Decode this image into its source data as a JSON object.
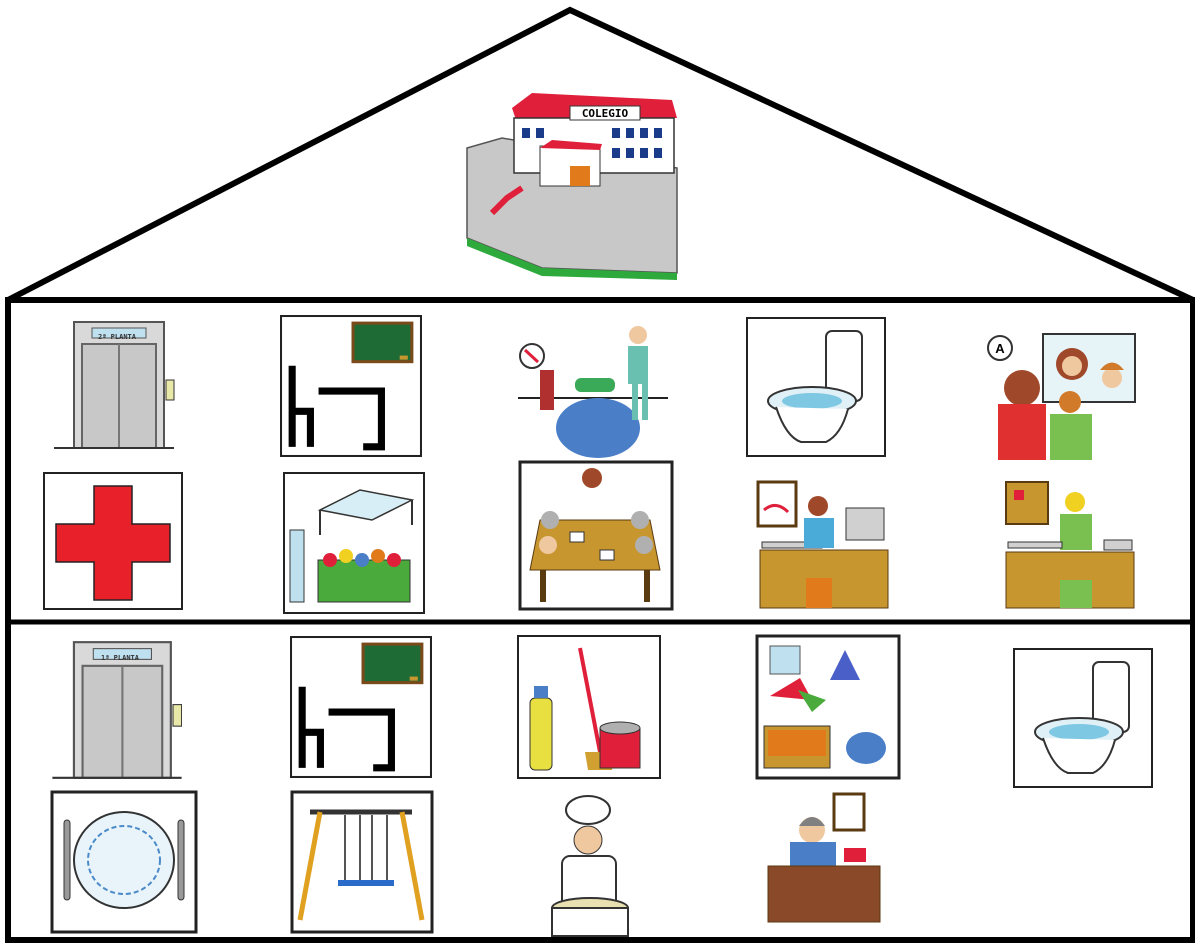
{
  "school": {
    "sign_text": "COLEGIO",
    "icon": "school-building-icon"
  },
  "floors": [
    {
      "name": "upper-floor",
      "items": [
        {
          "id": "elevator",
          "icon": "elevator-icon",
          "display_text": "2ª PLANTA"
        },
        {
          "id": "classroom",
          "icon": "classroom-desk-blackboard-icon"
        },
        {
          "id": "physiotherapy",
          "icon": "physiotherapy-ball-icon"
        },
        {
          "id": "toilet",
          "icon": "toilet-icon"
        },
        {
          "id": "speech-therapy",
          "icon": "speech-therapy-mirror-icon",
          "bubble_text": "A"
        },
        {
          "id": "nurse",
          "icon": "red-cross-icon"
        },
        {
          "id": "sensory-room",
          "icon": "sensory-room-ball-pit-icon"
        },
        {
          "id": "meeting-room",
          "icon": "meeting-table-icon"
        },
        {
          "id": "secretary-office",
          "icon": "office-computer-desk-icon"
        },
        {
          "id": "principal-office",
          "icon": "principal-desk-icon"
        }
      ]
    },
    {
      "name": "ground-floor",
      "items": [
        {
          "id": "elevator",
          "icon": "elevator-icon",
          "display_text": "1ª PLANTA"
        },
        {
          "id": "classroom",
          "icon": "classroom-desk-blackboard-icon"
        },
        {
          "id": "cleaning",
          "icon": "cleaning-mop-bucket-icon"
        },
        {
          "id": "storage",
          "icon": "storage-toys-materials-icon"
        },
        {
          "id": "toilet",
          "icon": "toilet-icon"
        },
        {
          "id": "dining-room",
          "icon": "plate-cutlery-icon"
        },
        {
          "id": "playground",
          "icon": "swing-icon"
        },
        {
          "id": "kitchen",
          "icon": "chef-cooking-icon"
        },
        {
          "id": "reception",
          "icon": "concierge-telephone-icon"
        }
      ]
    }
  ],
  "colors": {
    "outline": "#000000",
    "roof_red": "#e0203a",
    "cross_red": "#e8202a",
    "grass_green": "#2eaa3c",
    "board_green": "#1f6b35",
    "desk_brown": "#c8962e",
    "reception_brown": "#8a4a2a",
    "elevator_grey": "#c8c8c8",
    "ball_blue": "#4a7fc8"
  }
}
